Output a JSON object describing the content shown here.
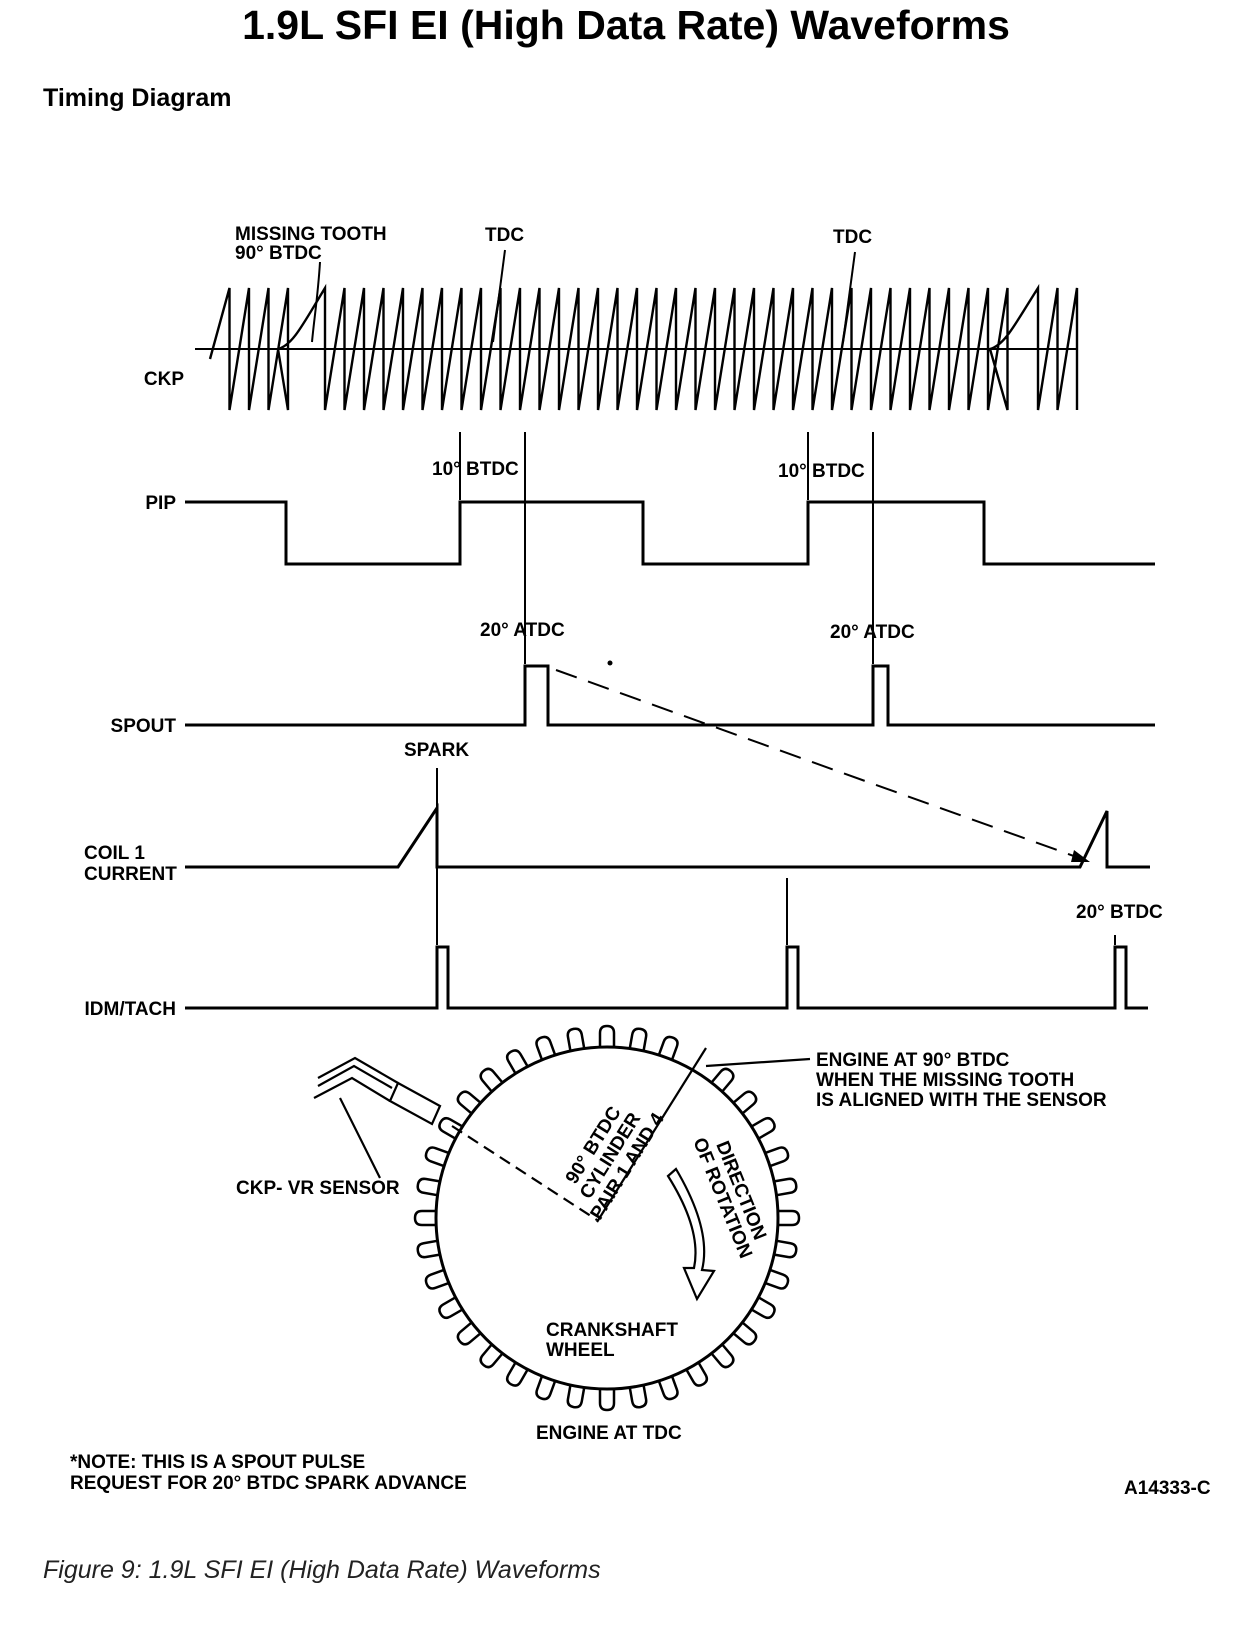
{
  "title": "1.9L SFI EI (High Data Rate) Waveforms",
  "subtitle": "Timing Diagram",
  "caption": "Figure 9: 1.9L SFI EI (High Data Rate) Waveforms",
  "signals": {
    "ckp": "CKP",
    "pip": "PIP",
    "spout": "SPOUT",
    "coil_line1": "COIL 1",
    "coil_line2": "CURRENT",
    "idm": "IDM/TACH"
  },
  "annotations": {
    "missing_tooth_line1": "MISSING TOOTH",
    "missing_tooth_line2": "90° BTDC",
    "tdc_1": "TDC",
    "tdc_2": "TDC",
    "btdc10_1": "10° BTDC",
    "btdc10_2": "10° BTDC",
    "atdc20_1": "20° ATDC",
    "atdc20_2": "20° ATDC",
    "spark": "SPARK",
    "btdc20": "20° BTDC"
  },
  "wheel": {
    "engine90_line1": "ENGINE AT 90° BTDC",
    "engine90_line2": "WHEN THE MISSING TOOTH",
    "engine90_line3": "IS ALIGNED WITH THE SENSOR",
    "cylinder_line1": "90° BTDC",
    "cylinder_line2": "CYLINDER",
    "cylinder_line3": "PAIR 1 AND 4",
    "direction_line1": "DIRECTION",
    "direction_line2": "OF ROTATION",
    "sensor": "CKP- VR SENSOR",
    "wheel_line1": "CRANKSHAFT",
    "wheel_line2": "WHEEL",
    "engine_tdc": "ENGINE AT TDC"
  },
  "note_line1": "*NOTE: THIS IS A SPOUT PULSE",
  "note_line2": "REQUEST FOR 20° BTDC SPARK ADVANCE",
  "figure_id": "A14333-C"
}
